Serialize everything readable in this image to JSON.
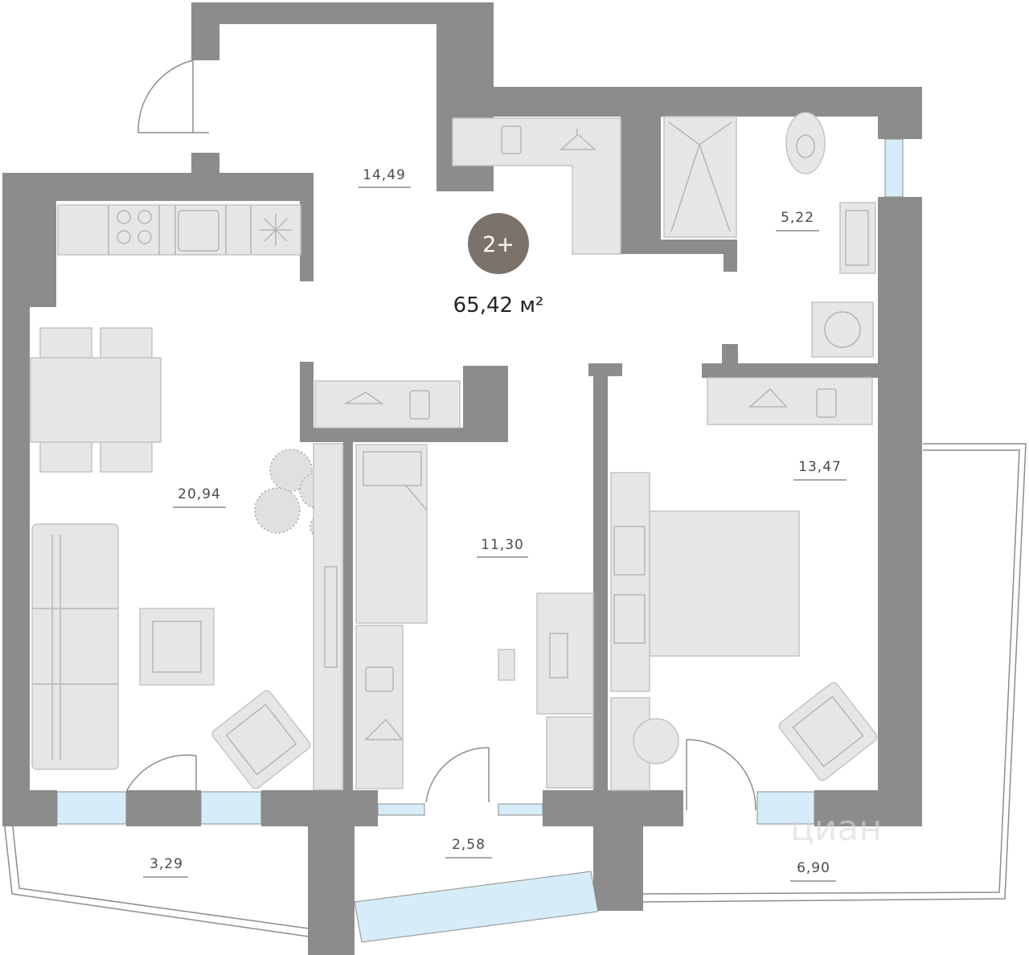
{
  "plan": {
    "room_count_badge": "2+",
    "total_area": "65,42 м²",
    "watermark": "циан",
    "rooms": [
      {
        "id": "hall",
        "area": "14,49"
      },
      {
        "id": "bathroom",
        "area": "5,22"
      },
      {
        "id": "living-kitchen",
        "area": "20,94"
      },
      {
        "id": "bedroom-small",
        "area": "11,30"
      },
      {
        "id": "bedroom-large",
        "area": "13,47"
      },
      {
        "id": "balcony-left",
        "area": "3,29"
      },
      {
        "id": "balcony-middle",
        "area": "2,58"
      },
      {
        "id": "balcony-right",
        "area": "6,90"
      }
    ]
  },
  "colors": {
    "wall": "#8c8c8c",
    "furniture": "#e6e6e6",
    "furniture_stroke": "#c4c4c4",
    "window": "#d6ecf8",
    "badge": "#7b736b"
  }
}
